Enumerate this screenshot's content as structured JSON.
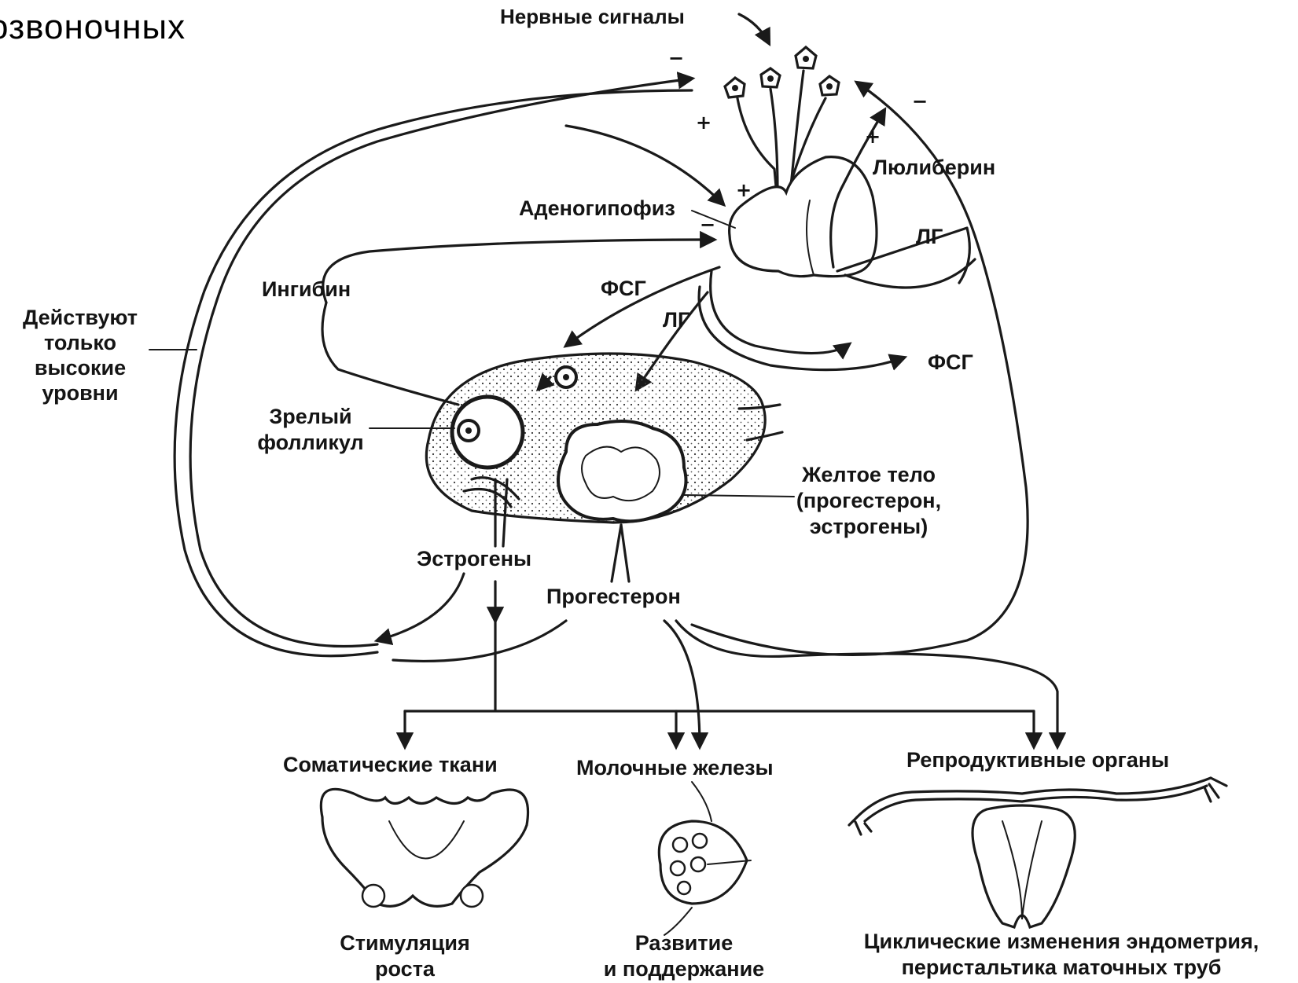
{
  "header": {
    "title_fragment": "озвоночных"
  },
  "labels": {
    "nerve_signals": "Нервные сигналы",
    "luliberin": "Люлиберин",
    "adenohypophysis": "Аденогипофиз",
    "lh_top": "ЛГ",
    "inhibin": "Ингибин",
    "fsh_left": "ФСГ",
    "lh_mid": "ЛГ",
    "fsh_right": "ФСГ",
    "high_levels": [
      "Действуют",
      "только",
      "высокие",
      "уровни"
    ],
    "mature_follicle": [
      "Зрелый",
      "фолликул"
    ],
    "corpus_luteum": [
      "Желтое тело",
      "(прогестерон,",
      "эстрогены)"
    ],
    "estrogens": "Эстрогены",
    "progesterone": "Прогестерон",
    "somatic_tissues": "Соматические ткани",
    "mammary_glands": "Молочные железы",
    "reproductive_organs": "Репродуктивные органы",
    "growth_stimulation": [
      "Стимуляция",
      "роста"
    ],
    "development_support": [
      "Развитие",
      "и поддержание"
    ],
    "cyclic_changes": [
      "Циклические изменения эндометрия,",
      "перистальтика маточных труб"
    ]
  },
  "signs": {
    "minus_top": "−",
    "plus_left": "+",
    "plus_mid": "+",
    "minus_mid": "−",
    "plus_right": "+",
    "minus_right": "−"
  },
  "icons": [
    "neuron-icon",
    "pituitary-icon",
    "ovary-icon",
    "pelvis-icon",
    "mammary-gland-icon",
    "uterus-icon"
  ]
}
